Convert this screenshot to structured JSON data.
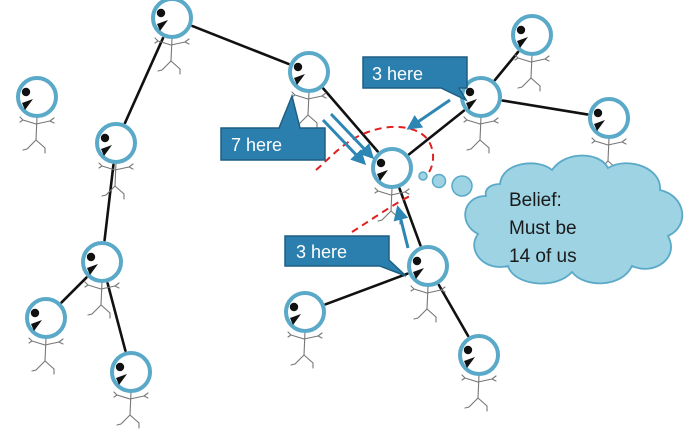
{
  "callouts": {
    "top_right": "3 here",
    "left": "7 here",
    "bottom": "3 here"
  },
  "belief": {
    "line1": "Belief:",
    "line2": "Must be",
    "line3": "14 of us"
  },
  "colors": {
    "callout_fill": "#2a7fae",
    "callout_border": "#1f5f84",
    "cloud_fill": "#9dd3e3",
    "cloud_border": "#5aa9c8",
    "head_ring": "#5aa9c8",
    "arrow": "#2e86b4",
    "dashed_boundary": "#e02020",
    "edge": "#111111"
  },
  "icons": {
    "person": "stick-figure-icon",
    "arrow": "message-arrow-icon",
    "thought": "thought-bubble-icon"
  }
}
